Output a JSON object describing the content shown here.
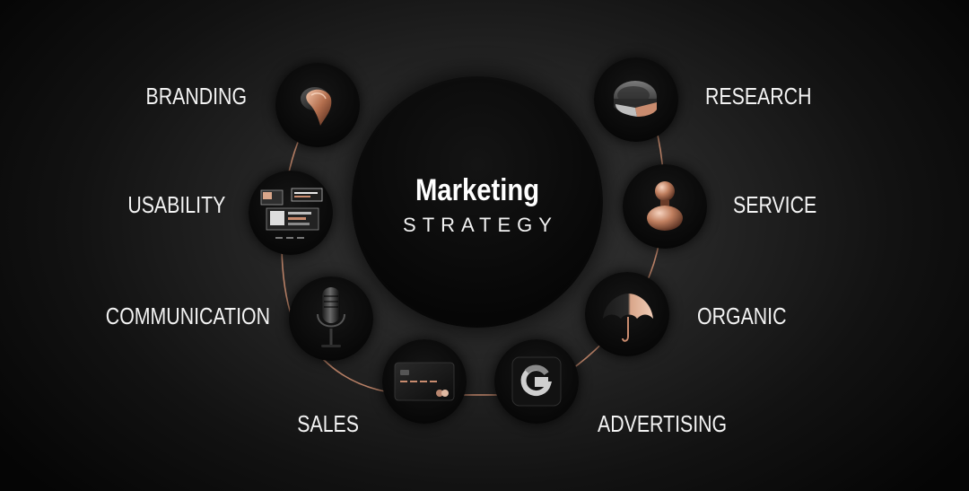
{
  "center": {
    "title": "Marketing",
    "subtitle": "STRATEGY"
  },
  "colors": {
    "accent": "#c98b6e",
    "background": "#2a2a2a",
    "circle": "#080808",
    "text": "#ffffff"
  },
  "items": [
    {
      "label": "BRANDING",
      "icon": "cursor-hand-icon"
    },
    {
      "label": "USABILITY",
      "icon": "ui-layout-icon"
    },
    {
      "label": "COMMUNICATION",
      "icon": "microphone-icon"
    },
    {
      "label": "SALES",
      "icon": "credit-card-icon"
    },
    {
      "label": "ADVERTISING",
      "icon": "google-g-icon"
    },
    {
      "label": "ORGANIC",
      "icon": "umbrella-icon"
    },
    {
      "label": "SERVICE",
      "icon": "person-icon"
    },
    {
      "label": "RESEARCH",
      "icon": "pie-chart-icon"
    }
  ]
}
